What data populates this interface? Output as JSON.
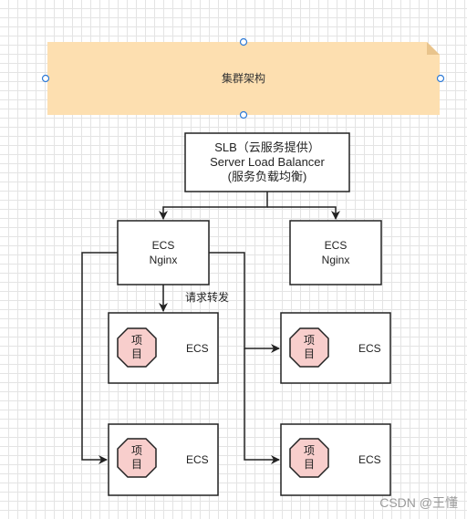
{
  "diagram": {
    "note": {
      "title": "集群架构",
      "fill": "#fddfb0"
    },
    "slb": {
      "line1": "SLB（云服务提供）",
      "line2": "Server Load Balancer",
      "line3": "(服务负载均衡)"
    },
    "ecs_left": {
      "line1": "ECS",
      "line2": "Nginx"
    },
    "ecs_right": {
      "line1": "ECS",
      "line2": "Nginx"
    },
    "forward_label": "请求转发",
    "servers": [
      {
        "label": "ECS",
        "project_line1": "项",
        "project_line2": "目"
      },
      {
        "label": "ECS",
        "project_line1": "项",
        "project_line2": "目"
      },
      {
        "label": "ECS",
        "project_line1": "项",
        "project_line2": "目"
      },
      {
        "label": "ECS",
        "project_line1": "项",
        "project_line2": "目"
      }
    ],
    "project_fill": "#f8cecc",
    "selection_color": "#2f7bd6"
  },
  "watermark": "CSDN @王懂"
}
